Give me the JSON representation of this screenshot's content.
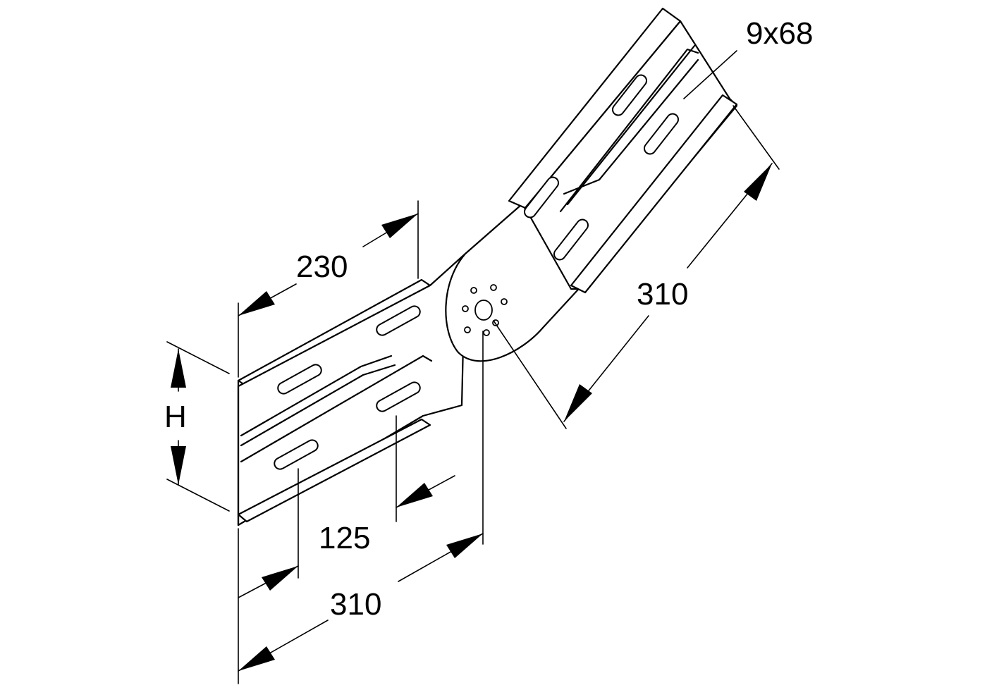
{
  "drawing": {
    "labels": {
      "slot_size": "9x68",
      "width_top": "230",
      "height": "H",
      "length_angled": "310",
      "length_bottom": "310",
      "offset": "125"
    },
    "line_color": "#000000",
    "background": "#ffffff"
  }
}
